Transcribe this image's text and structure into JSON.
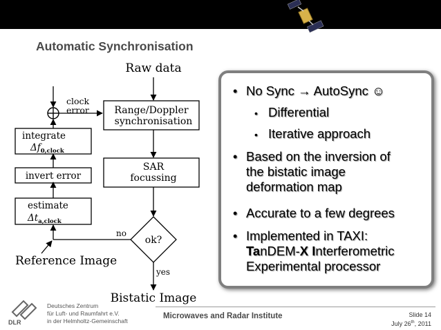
{
  "slide_title": "Automatic Synchronisation",
  "diagram": {
    "raw_data": "Raw data",
    "range_doppler_1": "Range/Doppler",
    "range_doppler_2": "synchronisation",
    "sar_1": "SAR",
    "sar_2": "focussing",
    "ok": "ok?",
    "yes": "yes",
    "no": "no",
    "bistatic_image": "Bistatic Image",
    "reference_image": "Reference Image",
    "clock_1": "clock",
    "clock_2": "error",
    "integrate_1": "integrate",
    "integrate_2_sym": "Δf",
    "integrate_2_sub": "0,clock",
    "invert_error": "invert error",
    "estimate_1": "estimate",
    "estimate_2_sym": "Δt",
    "estimate_2_sub": "a,clock"
  },
  "bullets": {
    "b1": "No Sync → AutoSync ☺",
    "b1a": "Differential",
    "b1b": "Iterative approach",
    "b2_l1": "Based on the inversion of",
    "b2_l2": "the bistatic image",
    "b2_l3": "deformation map",
    "b3": "Accurate to a few degrees",
    "b4_l1": "Implemented in TAXI:",
    "b4_ta": "Ta",
    "b4_ndem": "nDEM-",
    "b4_x": "X",
    "b4_i": "I",
    "b4_nterf": "nterferometric",
    "b4_l3": "Experimental processor"
  },
  "footer": {
    "institute": "Microwaves and Radar Institute",
    "slide": "Slide 14",
    "date_main": "July 26",
    "date_sup": "th",
    "date_year": ", 2011",
    "logo_text": "DLR",
    "logo_line1": "Deutsches Zentrum",
    "logo_line2": "für Luft- und Raumfahrt e.V.",
    "logo_line3": "in der Helmholtz-Gemeinschaft"
  }
}
